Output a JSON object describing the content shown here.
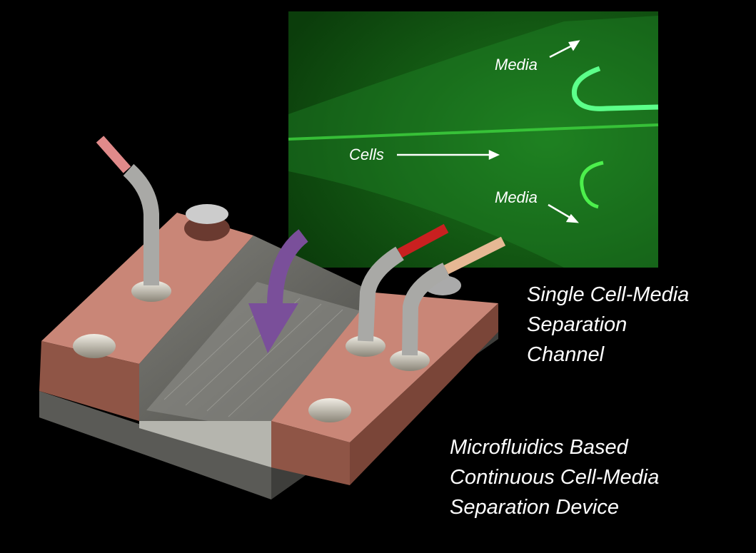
{
  "micrograph": {
    "label_media_top": "Media",
    "label_cells": "Cells",
    "label_media_bottom": "Media"
  },
  "captions": {
    "channel": [
      "Single Cell-Media",
      "Separation",
      "Channel"
    ],
    "device": [
      "Microfluidics Based",
      "Continuous Cell-Media",
      "Separation Device"
    ]
  },
  "colors": {
    "background": "#000000",
    "fluorescence": "#1f8a1f",
    "block": "#c98677",
    "arrow": "#7a4f9a"
  }
}
